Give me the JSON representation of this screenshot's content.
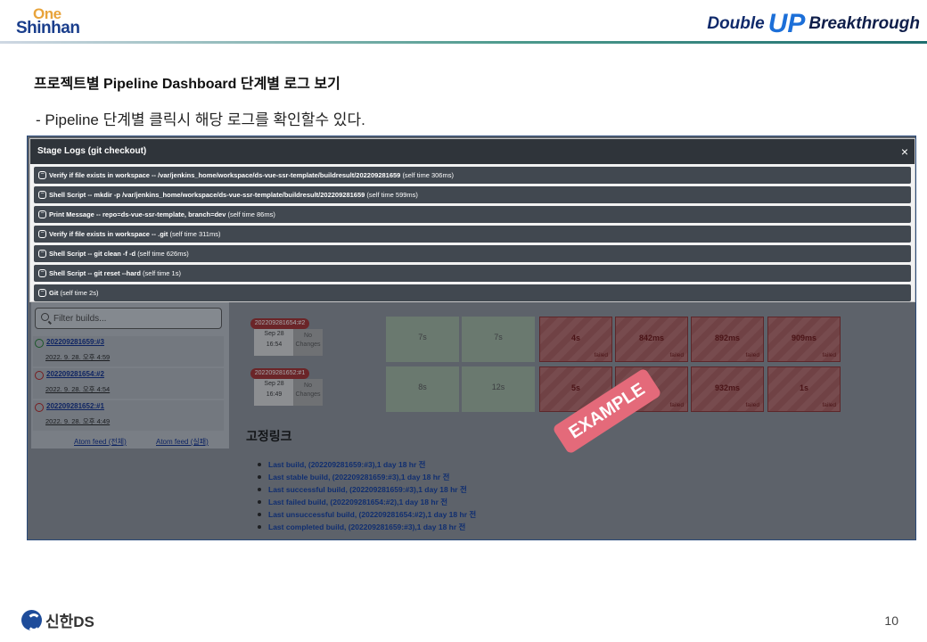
{
  "header": {
    "logo_top": "One",
    "logo_bottom": "Shinhan",
    "brand_double": "Double",
    "brand_up": "UP",
    "brand_breakthrough": "Breakthrough"
  },
  "title": "프로젝트별 Pipeline Dashboard 단계별 로그 보기",
  "subtitle": "- Pipeline  단계별 클릭시 해당 로그를 확인할수 있다.",
  "modal": {
    "title": "Stage Logs (git checkout)",
    "close": "×",
    "rows": [
      {
        "label": "Verify if file exists in workspace -- /var/jenkins_home/workspace/ds-vue-ssr-template/buildresult/202209281659",
        "self_time": "(self time 306ms)"
      },
      {
        "label": "Shell Script -- mkdir -p /var/jenkins_home/workspace/ds-vue-ssr-template/buildresult/202209281659",
        "self_time": "(self time 599ms)"
      },
      {
        "label": "Print Message -- repo=ds-vue-ssr-template, branch=dev",
        "self_time": "(self time 86ms)"
      },
      {
        "label": "Verify if file exists in workspace -- .git",
        "self_time": "(self time 311ms)"
      },
      {
        "label": "Shell Script -- git clean -f -d",
        "self_time": "(self time 626ms)"
      },
      {
        "label": "Shell Script -- git reset --hard",
        "self_time": "(self time 1s)"
      },
      {
        "label": "Git",
        "self_time": "(self time 2s)"
      }
    ]
  },
  "sidebar": {
    "filter_placeholder": "Filter builds...",
    "builds": [
      {
        "name": "202209281659:#3",
        "date": "2022. 9. 28. 오후 4:59",
        "status": "success"
      },
      {
        "name": "202209281654:#2",
        "date": "2022. 9. 28. 오후 4:54",
        "status": "failed"
      },
      {
        "name": "202209281652:#1",
        "date": "2022. 9. 28. 오후 4:49",
        "status": "failed"
      }
    ],
    "atom_all": "Atom feed (전체)",
    "atom_fail": "Atom feed (실패)"
  },
  "stage_view": {
    "rows": [
      {
        "build": "202209281654:#2",
        "date": "Sep 28",
        "time": "16:54",
        "changes": "No Changes",
        "cells": [
          {
            "value": "7s",
            "status": "ok",
            "note": ""
          },
          {
            "value": "7s",
            "status": "ok",
            "note": ""
          },
          {
            "value": "4s",
            "status": "fail",
            "note": "failed"
          },
          {
            "value": "842ms",
            "status": "fail",
            "note": "failed"
          },
          {
            "value": "892ms",
            "status": "fail",
            "note": "failed"
          },
          {
            "value": "909ms",
            "status": "fail",
            "note": "failed"
          }
        ]
      },
      {
        "build": "202209281652:#1",
        "date": "Sep 28",
        "time": "16:49",
        "changes": "No Changes",
        "cells": [
          {
            "value": "8s",
            "status": "ok",
            "note": ""
          },
          {
            "value": "12s",
            "status": "ok",
            "note": ""
          },
          {
            "value": "5s",
            "status": "fail",
            "note": "failed"
          },
          {
            "value": "",
            "status": "fail",
            "note": "failed"
          },
          {
            "value": "932ms",
            "status": "fail",
            "note": "failed"
          },
          {
            "value": "1s",
            "status": "fail",
            "note": "failed"
          }
        ]
      }
    ]
  },
  "permalinks": {
    "title": "고정링크",
    "items": [
      "Last build, (202209281659:#3),1 day 18 hr 전",
      "Last stable build, (202209281659:#3),1 day 18 hr 전",
      "Last successful build, (202209281659:#3),1 day 18 hr 전",
      "Last failed build, (202209281654:#2),1 day 18 hr 전",
      "Last unsuccessful build, (202209281654:#2),1 day 18 hr 전",
      "Last completed build, (202209281659:#3),1 day 18 hr 전"
    ]
  },
  "stamp": "EXAMPLE",
  "footer": {
    "logo": "신한DS",
    "page": "10"
  }
}
